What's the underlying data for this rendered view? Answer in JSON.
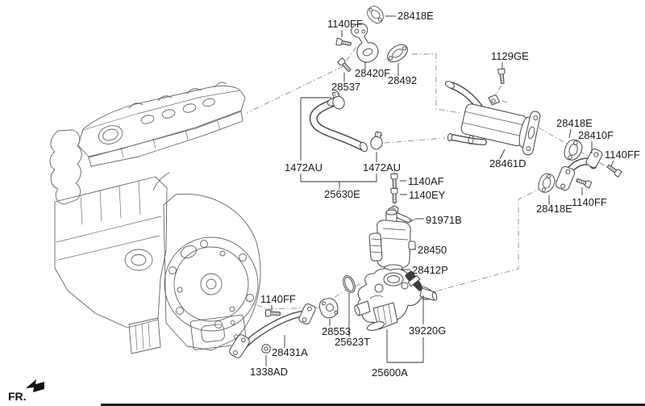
{
  "palette": {
    "background": "#ffffff",
    "ink": "#1b1b1b",
    "engine_line": "#646464",
    "part_line": "#4c4c4c",
    "construction_line": "#8f8f8f"
  },
  "diagram": {
    "direction_marker": "FR.",
    "labels": {
      "bolt_1140ff_top": "1140FF",
      "gasket_28418e_top": "28418E",
      "pipe_28420f": "28420F",
      "gasket_28492": "28492",
      "bolt_28537": "28537",
      "bolt_1129ge": "1129GE",
      "clamp_1472au_left": "1472AU",
      "clamp_1472au_right": "1472AU",
      "hose_25630e": "25630E",
      "bolt_1140af": "1140AF",
      "bolt_1140ey": "1140EY",
      "bracket_91971b": "91971B",
      "valve_28450": "28450",
      "oring_28412p": "28412P",
      "cooler_28461d": "28461D",
      "gasket_28418e_upper_right": "28418E",
      "pipe_28410f": "28410F",
      "bolt_1140ff_upper_right": "1140FF",
      "gasket_28418e_lower_right": "28418E",
      "bolt_1140ff_lower_right": "1140FF",
      "bolt_1140ff_bottom": "1140FF",
      "plate_28553": "28553",
      "oring_25623t": "25623T",
      "sensor_39220g": "39220G",
      "pipe_28431a": "28431A",
      "nut_1338ad": "1338AD",
      "housing_25600a": "25600A"
    }
  }
}
